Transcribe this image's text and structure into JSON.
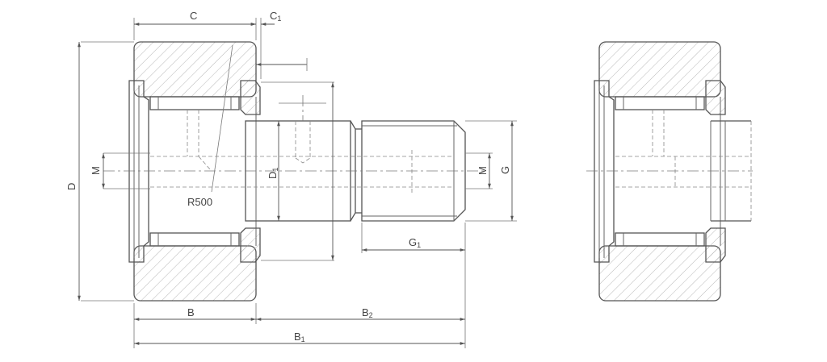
{
  "diagram": {
    "labels": {
      "C": "C",
      "C1_main": "C",
      "C1_sub": "1",
      "D": "D",
      "M_left": "M",
      "D1_main": "D",
      "D1_sub": "1",
      "R500": "R500",
      "M_right": "M",
      "G": "G",
      "G1_main": "G",
      "G1_sub": "1",
      "B": "B",
      "B2_main": "B",
      "B2_sub": "2",
      "B1_main": "B",
      "B1_sub": "1"
    }
  }
}
